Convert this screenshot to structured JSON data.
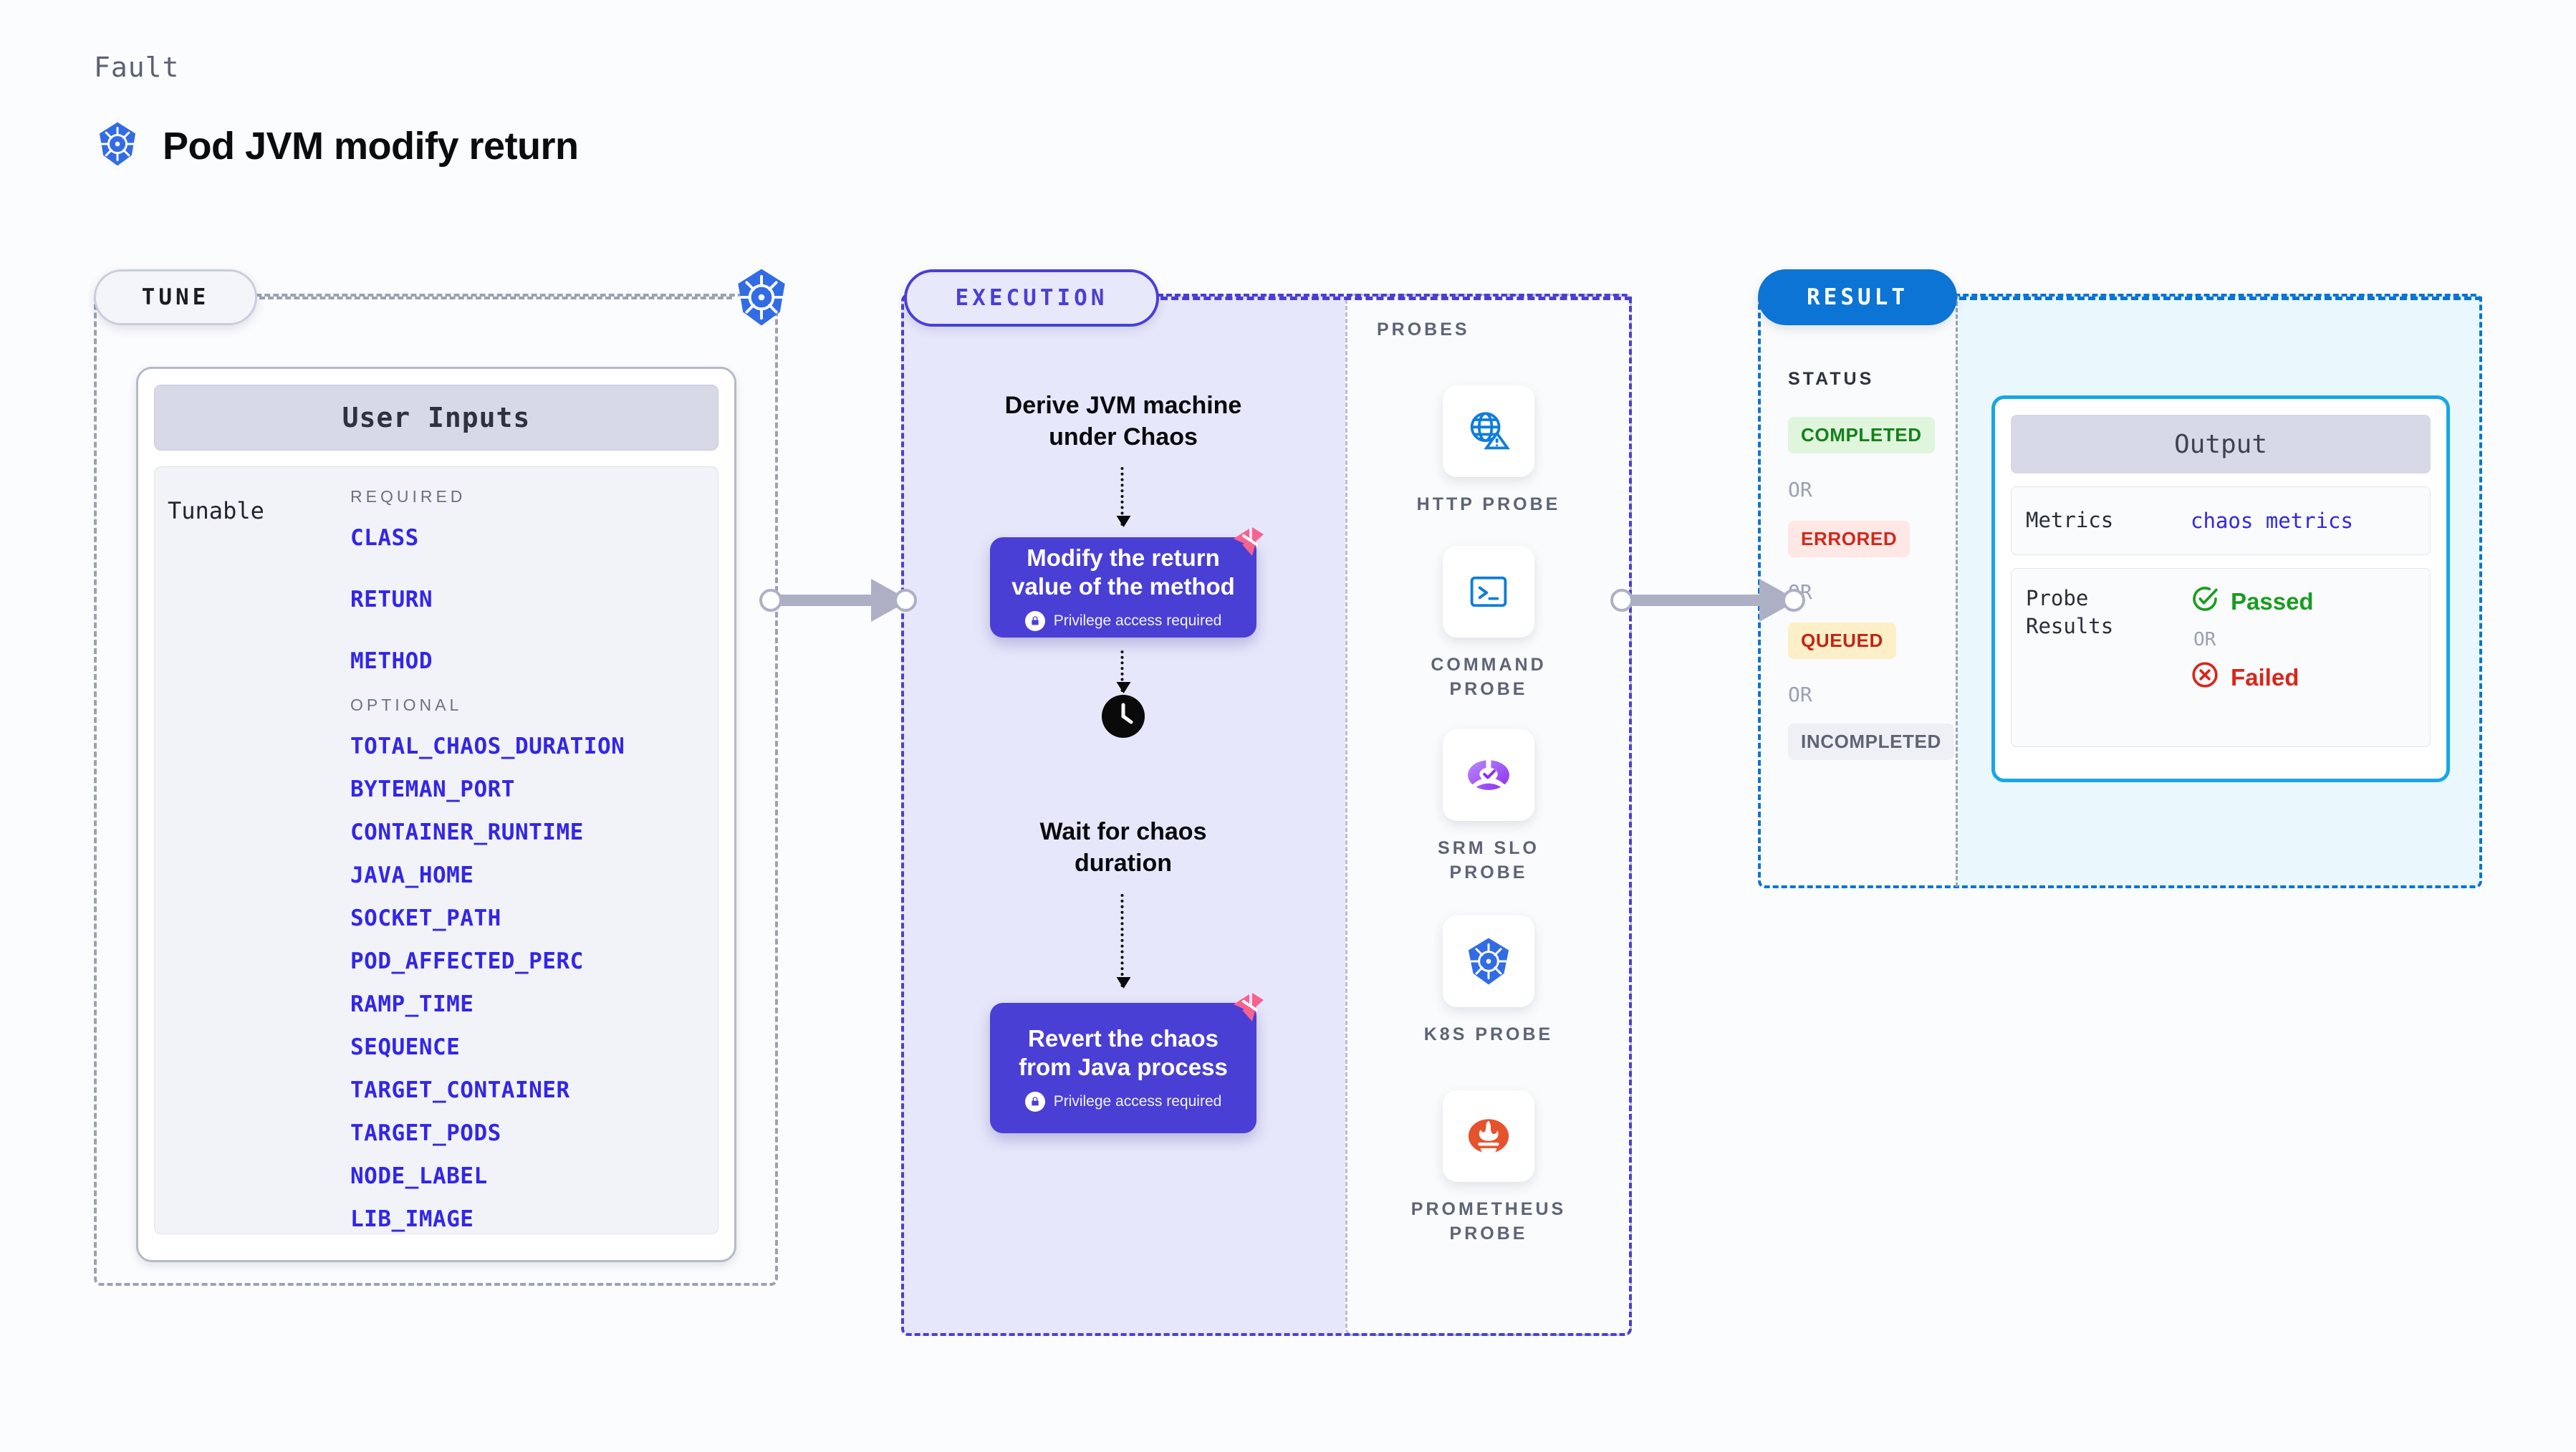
{
  "header": {
    "kicker": "Fault",
    "title": "Pod JVM modify return",
    "icon": "kubernetes-icon"
  },
  "tune": {
    "pill_label": "TUNE",
    "card": {
      "title": "User Inputs",
      "tunable_label": "Tunable",
      "required_label": "REQUIRED",
      "optional_label": "OPTIONAL",
      "required": [
        "CLASS",
        "RETURN",
        "METHOD"
      ],
      "optional": [
        "TOTAL_CHAOS_DURATION",
        "BYTEMAN_PORT",
        "CONTAINER_RUNTIME",
        "JAVA_HOME",
        "SOCKET_PATH",
        "POD_AFFECTED_PERC",
        "RAMP_TIME",
        "SEQUENCE",
        "TARGET_CONTAINER",
        "TARGET_PODS",
        "NODE_LABEL",
        "LIB_IMAGE"
      ]
    }
  },
  "execution": {
    "pill_label": "EXECUTION",
    "step1_text": "Derive JVM machine\nunder Chaos",
    "card1_title": "Modify the return\nvalue of the method",
    "card1_note": "Privilege access required",
    "wait_text": "Wait for chaos\nduration",
    "card2_title": "Revert the chaos\nfrom Java process",
    "card2_note": "Privilege access required",
    "clock_icon": "clock-icon",
    "lock_icon": "lock-icon",
    "corner_icon": "litmus-icon"
  },
  "probes": {
    "title": "PROBES",
    "items": [
      {
        "label": "HTTP PROBE",
        "icon": "globe-warning-icon"
      },
      {
        "label": "COMMAND PROBE",
        "icon": "terminal-icon"
      },
      {
        "label": "SRM SLO PROBE",
        "icon": "slo-donut-icon"
      },
      {
        "label": "K8S PROBE",
        "icon": "kubernetes-icon"
      },
      {
        "label": "PROMETHEUS PROBE",
        "icon": "prometheus-icon"
      }
    ]
  },
  "result": {
    "pill_label": "RESULT",
    "status_title": "STATUS",
    "or_label": "OR",
    "statuses": [
      {
        "label": "COMPLETED",
        "bg": "#dff5dc",
        "fg": "#15801b"
      },
      {
        "label": "ERRORED",
        "bg": "#fde8e5",
        "fg": "#d0291c"
      },
      {
        "label": "QUEUED",
        "bg": "#fdf0c8",
        "fg": "#c42417"
      },
      {
        "label": "INCOMPLETED",
        "bg": "#eef0f5",
        "fg": "#5d6476"
      }
    ],
    "output": {
      "title": "Output",
      "metrics_key": "Metrics",
      "metrics_value": "chaos metrics",
      "probe_key": "Probe\nResults",
      "passed_label": "Passed",
      "failed_label": "Failed",
      "or_label": "OR",
      "pass_icon": "check-circle-icon",
      "fail_icon": "x-circle-icon"
    }
  },
  "colors": {
    "accent_purple": "#4a3fd4",
    "accent_blue": "#0b74d4",
    "k8s_blue": "#326ce5",
    "litmus_pink": "#f8628f",
    "param_blue": "#3326e8",
    "cyan_border": "#18a6e8"
  }
}
